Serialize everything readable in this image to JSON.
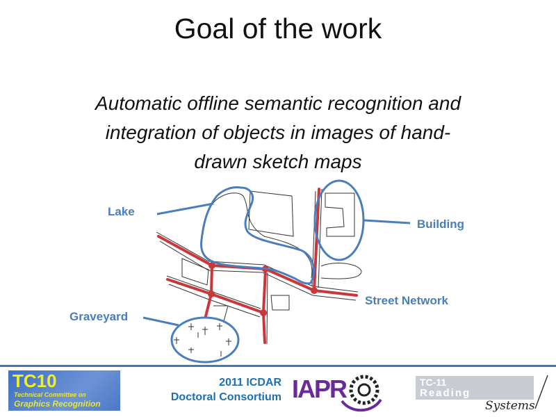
{
  "slide": {
    "title": "Goal of the work",
    "body_lines": [
      "Automatic offline semantic recognition and",
      "integration of objects in images of hand-",
      "drawn sketch maps"
    ]
  },
  "figure": {
    "labels": {
      "lake": "Lake",
      "building": "Building",
      "street_network": "Street Network",
      "graveyard": "Graveyard"
    },
    "colors": {
      "annotation": "#4a7ebb",
      "street": "#c8373a",
      "sketch": "#333333"
    }
  },
  "footer": {
    "tc10": {
      "title": "TC10",
      "line1": "Technical Committee on",
      "line2": "Graphics Recognition"
    },
    "event": {
      "line1": "2011 ICDAR",
      "line2": "Doctoral Consortium"
    },
    "iapr": "IAPR",
    "tc11": {
      "line1": "TC-11",
      "line2": "Reading",
      "line3": "Systems"
    },
    "rule_color": "#3a7cc0"
  }
}
